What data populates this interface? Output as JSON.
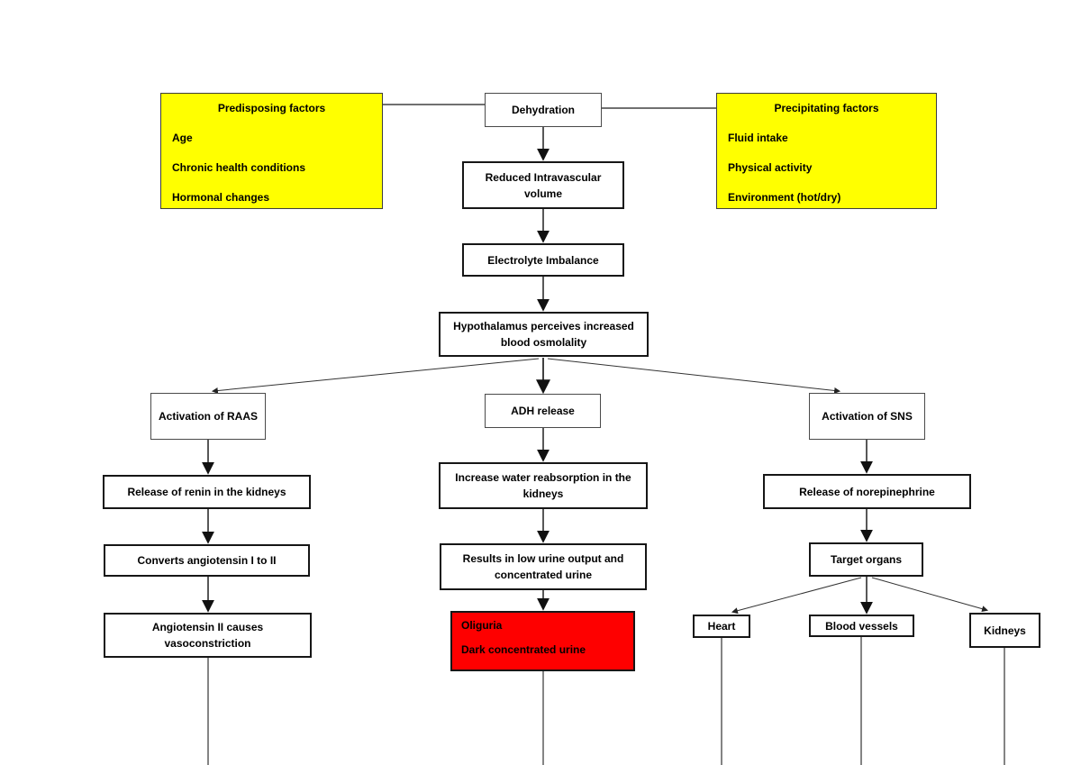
{
  "colors": {
    "highlight_yellow": "#ffff00",
    "alert_red": "#fe0000",
    "box_border": "#161616"
  },
  "panels": {
    "predisposing": {
      "title": "Predisposing factors",
      "items": [
        "Age",
        "Chronic health conditions",
        "Hormonal changes"
      ]
    },
    "precipitating": {
      "title": "Precipitating factors",
      "items": [
        "Fluid intake",
        "Physical activity",
        "Environment (hot/dry)"
      ]
    }
  },
  "nodes": {
    "dehydration": "Dehydration",
    "reduced_volume": "Reduced Intravascular volume",
    "electrolyte": "Electrolyte Imbalance",
    "hypothalamus": "Hypothalamus perceives increased blood osmolality",
    "raas": "Activation of RAAS",
    "adh": "ADH release",
    "sns": "Activation of SNS",
    "renin": "Release of renin in the kidneys",
    "water_reabsorption": "Increase water reabsorption in the kidneys",
    "norepinephrine": "Release of norepinephrine",
    "converts": "Converts angiotensin I to II",
    "low_urine": "Results in low urine output and concentrated urine",
    "target_organs": "Target organs",
    "vasoconstriction": "Angiotensin II causes vasoconstriction",
    "heart": "Heart",
    "blood_vessels": "Blood vessels",
    "kidneys": "Kidneys"
  },
  "outcome": {
    "items": [
      "Oliguria",
      "Dark concentrated urine"
    ]
  }
}
